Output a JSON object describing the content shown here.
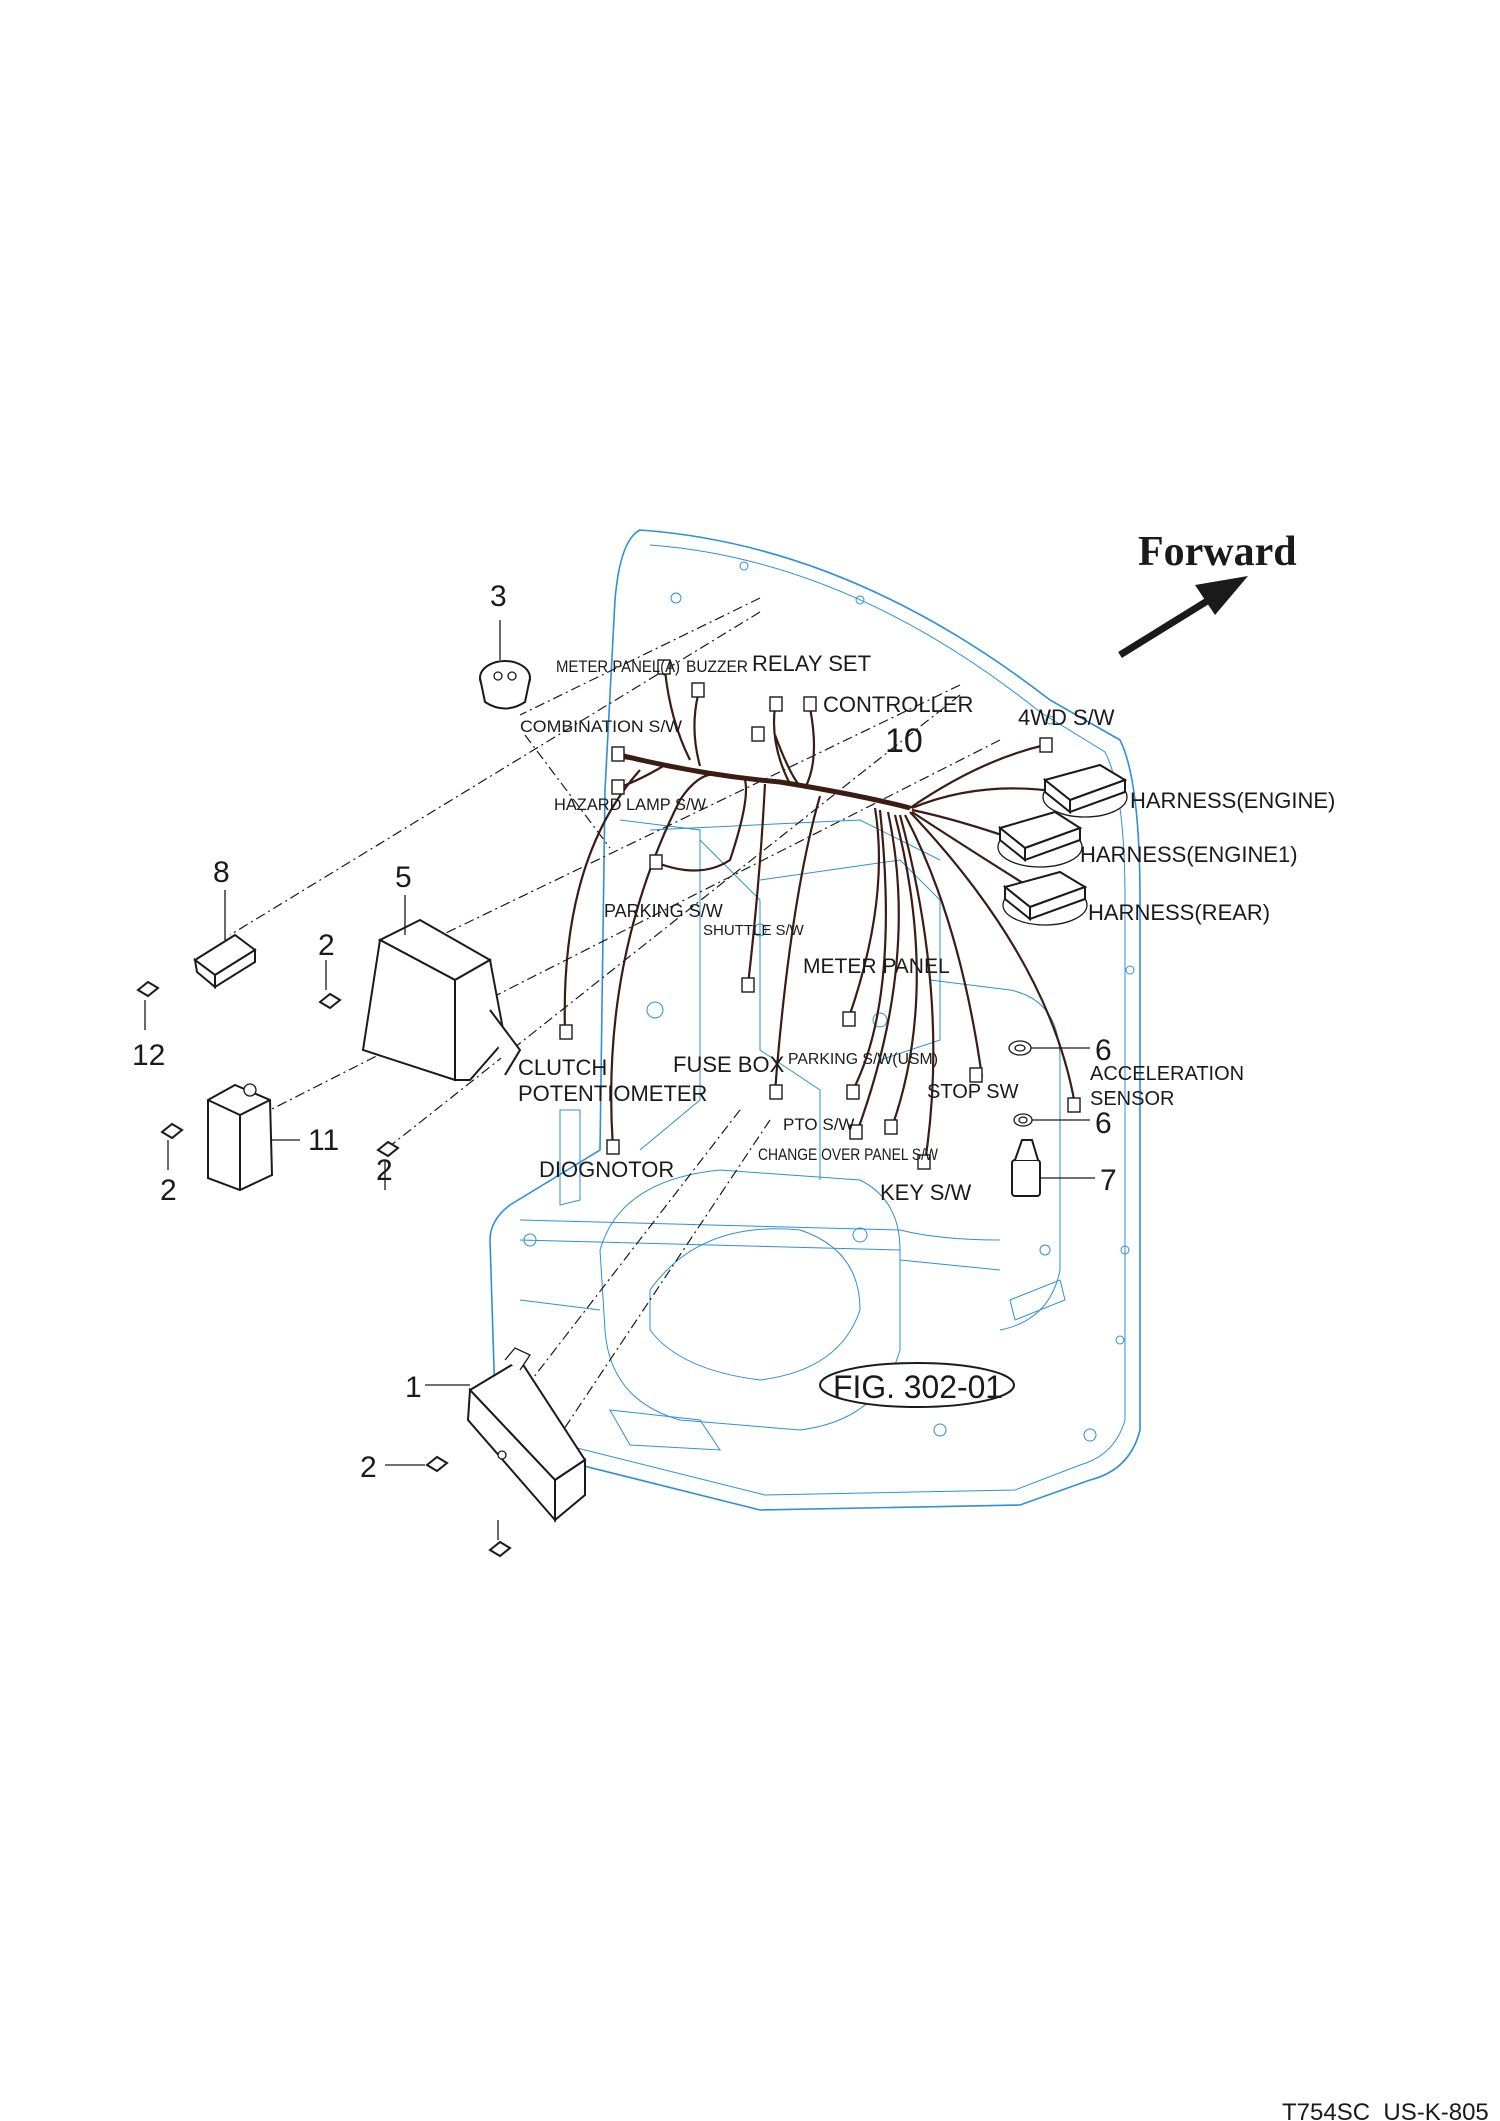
{
  "forward_label": "Forward",
  "figure_ref": "FIG. 302-01",
  "drawing_id": "T754SC_US-K-805",
  "part_numbers": {
    "p1": "1",
    "p2a": "2",
    "p2b": "2",
    "p2c": "2",
    "p2d": "2",
    "p3": "3",
    "p5": "5",
    "p6a": "6",
    "p6b": "6",
    "p7": "7",
    "p8": "8",
    "p10": "10",
    "p11": "11",
    "p12": "12"
  },
  "connectors": {
    "meter_panel_a": "METER PANEL(A)",
    "buzzer": "BUZZER",
    "relay_set": "RELAY SET",
    "controller": "CONTROLLER",
    "combination_sw": "COMBINATION  S/W",
    "fourwd_sw": "4WD S/W",
    "hazard_lamp_sw": "HAZARD LAMP S/W",
    "harness_engine": "HARNESS(ENGINE)",
    "harness_engine1": "HARNESS(ENGINE1)",
    "harness_rear": "HARNESS(REAR)",
    "parking_sw": "PARKING S/W",
    "shuttle_sw": "SHUTTLE S/W",
    "meter_panel": "METER PANEL",
    "clutch": "CLUTCH",
    "potentiometer": "POTENTIOMETER",
    "fuse_box": "FUSE BOX",
    "parking_sw_usm": "PARKING S/W(USM)",
    "stop_sw": "STOP SW",
    "acceleration": "ACCELERATION",
    "sensor": "SENSOR",
    "pto_sw": "PTO S/W",
    "change_over_panel_sw": "CHANGE OVER PANEL S/W",
    "diognotor": "DIOGNOTOR",
    "key_sw": "KEY S/W"
  },
  "colors": {
    "plate_outline": "#2f8fd8",
    "harness_wire": "#3a1c12",
    "ink": "#1a1a1a"
  }
}
